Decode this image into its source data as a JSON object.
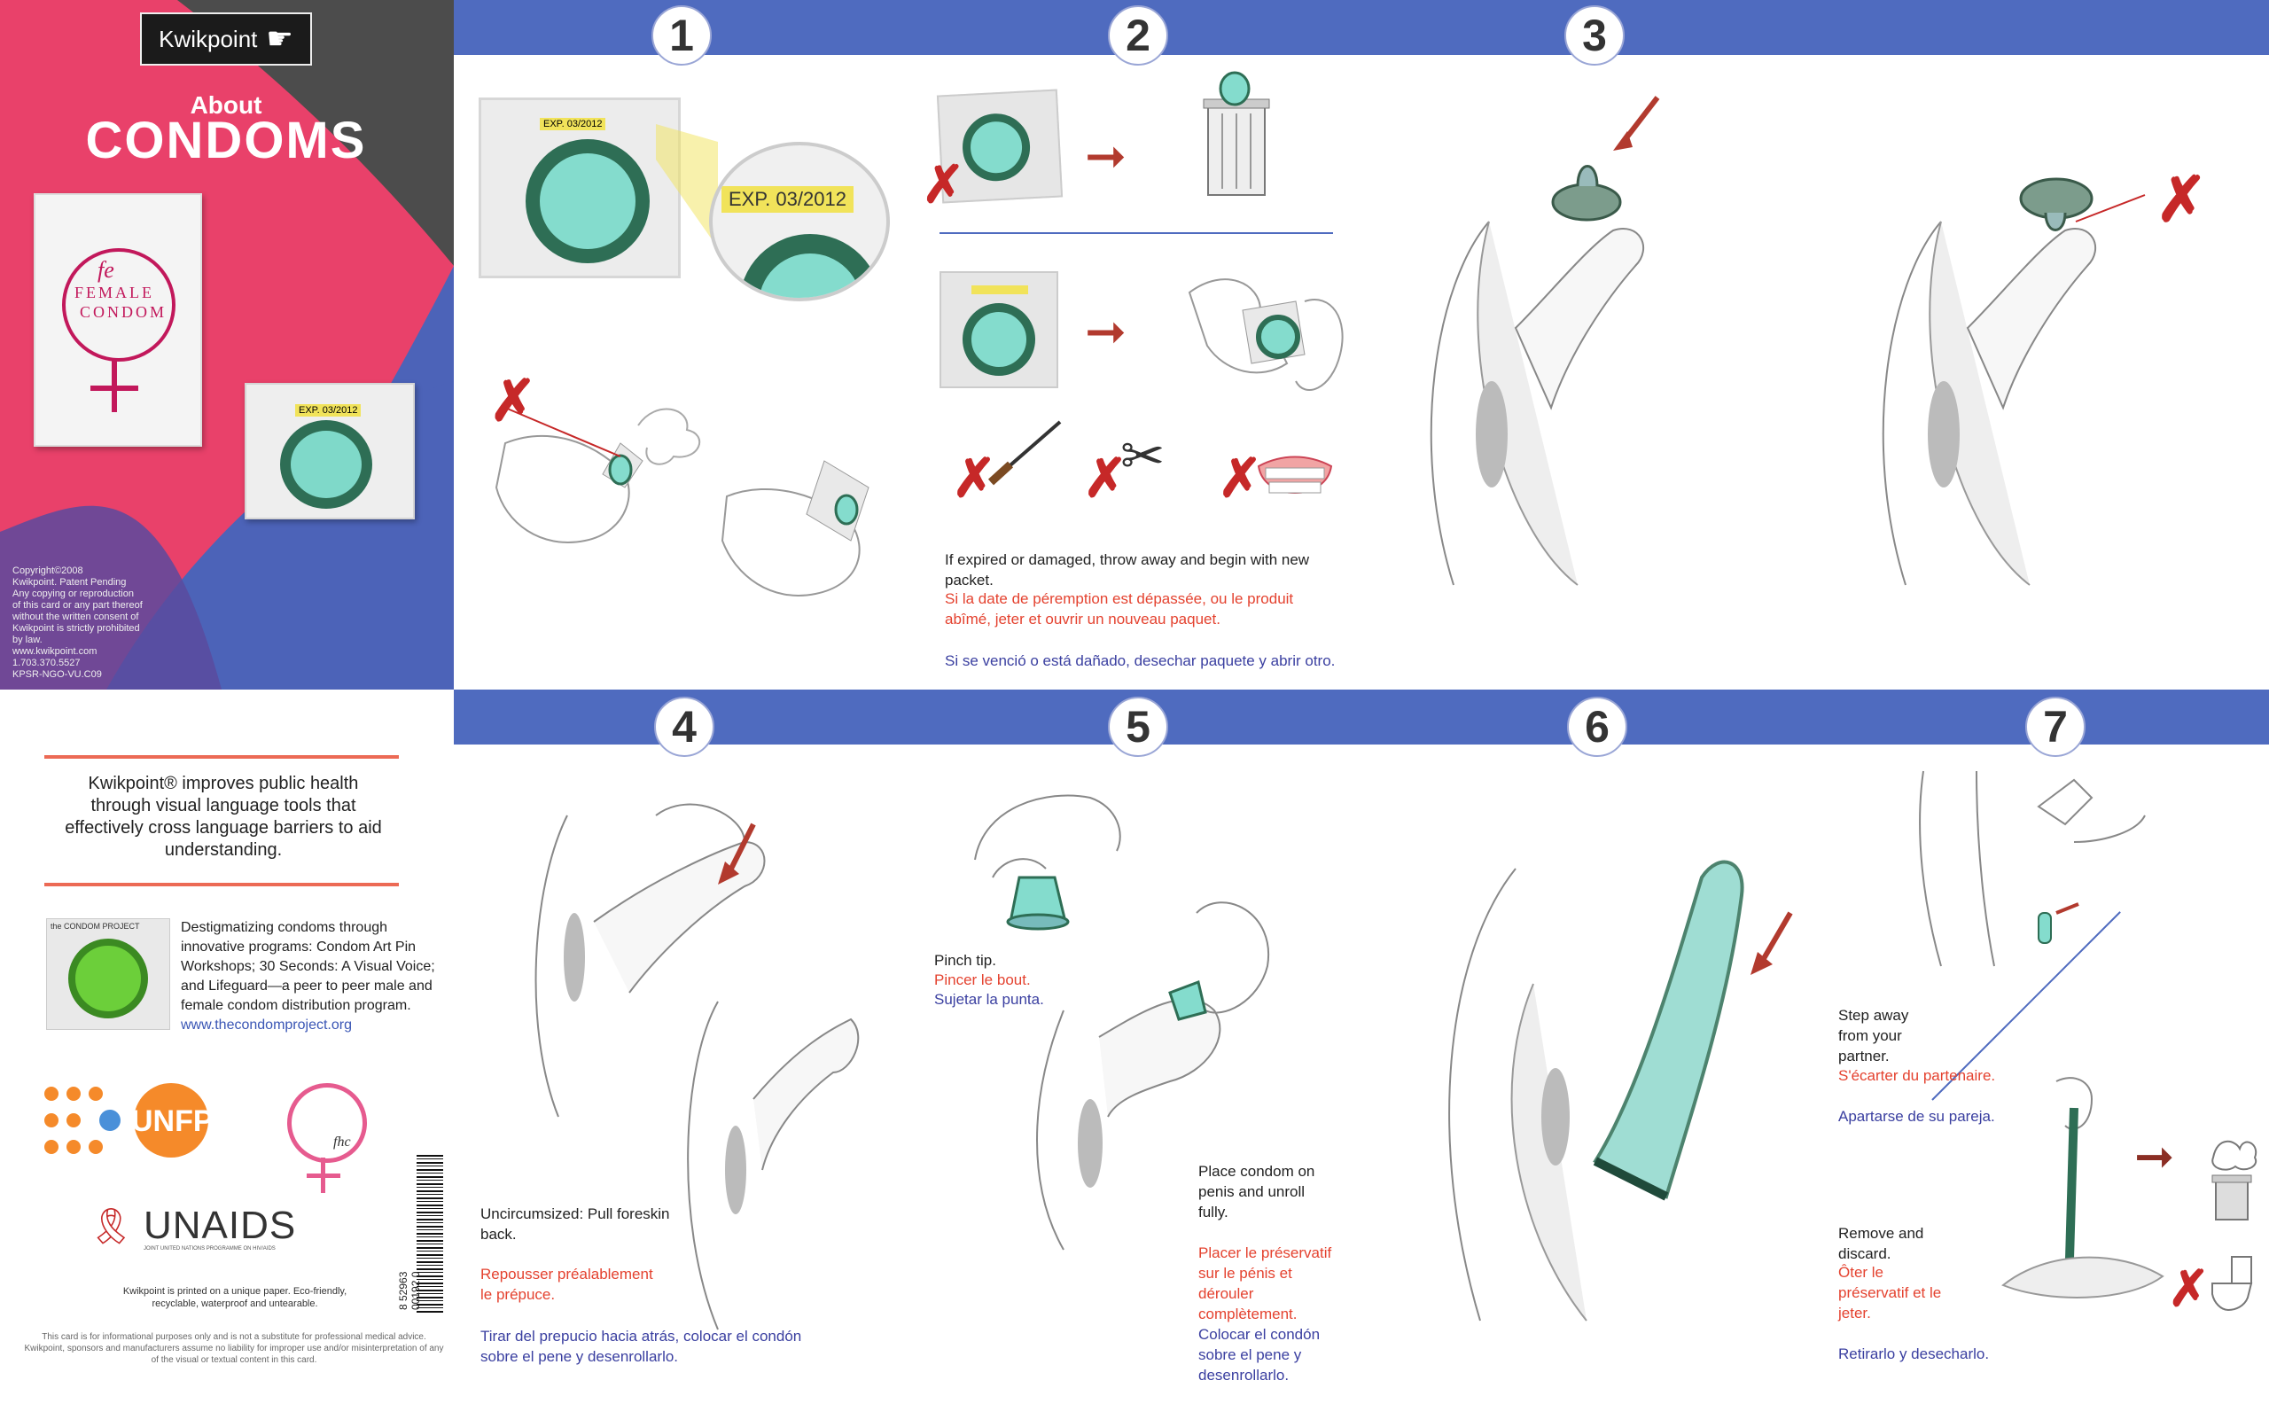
{
  "cover": {
    "brand": "Kwikpoint",
    "title_small": "About",
    "title_big": "CONDOMS",
    "packet_brand": "fe",
    "packet_line1": "FEMALE",
    "packet_line2": "CONDOM",
    "packet_exp": "EXP. 03/2012",
    "copyright": [
      "Copyright©2008",
      "Kwikpoint. Patent Pending",
      "Any copying or reproduction",
      "of this card or any part thereof",
      "without the written consent of",
      "Kwikpoint is strictly prohibited",
      "by law.",
      "www.kwikpoint.com",
      "1.703.370.5527",
      "KPSR-NGO-VU.C09"
    ]
  },
  "info": {
    "tagline": "Kwikpoint® improves public health through visual language tools that effectively cross language barriers to aid understanding.",
    "project_label": "the CONDOM PROJECT",
    "project_text": "Destigmatizing condoms through innovative programs: Condom Art Pin Workshops; 30 Seconds: A Visual Voice; and Lifeguard—a peer to peer male and female condom distribution program.",
    "project_url": "www.thecondomproject.org",
    "unfpa": "UNFPA",
    "fhc": "fhc",
    "unaids": "UNAIDS",
    "unaids_sub": "JOINT UNITED NATIONS PROGRAMME ON HIV/AIDS",
    "printed": "Kwikpoint is printed on a unique paper. Eco-friendly, recyclable, waterproof and untearable.",
    "barcode_num": "8 52963 00192 0",
    "disclaimer": "This card is for informational purposes only and is not a substitute for professional medical advice. Kwikpoint, sponsors and manufacturers assume no liability for improper use and/or misinterpretation of any of the visual or textual content in this card."
  },
  "steps": {
    "s1": {
      "num": "1",
      "exp_small": "EXP. 03/2012",
      "exp_big": "EXP. 03/2012"
    },
    "s2": {
      "num": "2",
      "en": "If expired or damaged, throw away and begin with new packet.",
      "fr": "Si la date de péremption est dépassée, ou le produit abîmé, jeter et ouvrir un nouveau paquet.",
      "es": "Si se venció o está dañado, desechar paquete y abrir otro."
    },
    "s3": {
      "num": "3"
    },
    "s4": {
      "num": "4",
      "en": "Uncircumsized: Pull foreskin back.",
      "fr": "Repousser préalablement le prépuce.",
      "es": "Tirar del prepucio hacia atrás, colocar el condón sobre el pene y desenrollarlo."
    },
    "s5": {
      "num": "5",
      "tip_en": "Pinch tip.",
      "tip_fr": "Pincer le bout.",
      "tip_es": "Sujetar la punta.",
      "en": "Place condom on penis and unroll fully.",
      "fr": "Placer le préservatif sur le pénis et dérouler complètement.",
      "es": "Colocar el condón sobre el pene y desenrollarlo."
    },
    "s6": {
      "num": "6"
    },
    "s7": {
      "num": "7",
      "away_en": "Step away from your partner.",
      "away_fr": "S'écarter du partenaire.",
      "away_es": "Apartarse de su pareja.",
      "remove_en": "Remove and discard.",
      "remove_fr": "Ôter le préservatif et le jeter.",
      "remove_es": "Retirarlo y desecharlo."
    }
  },
  "colors": {
    "band": "#4f6bbf",
    "pink": "#e9416a",
    "navy": "#3a3fa0",
    "condom": "#6fd0c0",
    "x": "#c62828"
  }
}
